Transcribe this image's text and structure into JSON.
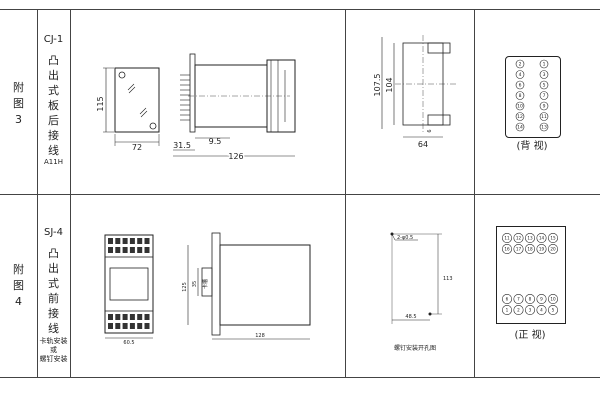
{
  "row1": {
    "attach_label": [
      "附",
      "图",
      "3"
    ],
    "model": "CJ-1",
    "mount_chars": [
      "凸",
      "出",
      "式",
      "板",
      "后",
      "接",
      "线"
    ],
    "socket_code": "A11H",
    "front_dims": {
      "width": "72",
      "height": "115"
    },
    "side_dims": {
      "depth": "126",
      "offset": "31.5",
      "gap": "9.5"
    },
    "cutout_dims": {
      "outer": "107.5",
      "inner": "104",
      "slot": "6",
      "width": "64"
    },
    "rear_view_label": "(背 视)"
  },
  "row2": {
    "attach_label": [
      "附",
      "图",
      "4"
    ],
    "model": "SJ-4",
    "mount_chars": [
      "凸",
      "出",
      "式",
      "前",
      "接",
      "线"
    ],
    "mount_note": [
      "卡轨安装",
      "或",
      "螺钉安装"
    ],
    "front_dims": {
      "width": "60.5"
    },
    "side_dims": {
      "height": "125",
      "inner": "35",
      "inner_label": "卡槽",
      "depth": "128"
    },
    "hole_dims": {
      "hole": "2-φ0.5",
      "height": "113",
      "width": "48.5"
    },
    "hole_caption": "螺钉安装开孔图",
    "front_view_label": "(正 视)"
  },
  "terminals_rear": [
    "2",
    "1",
    "4",
    "3",
    "6",
    "5",
    "8",
    "7",
    "10",
    "9",
    "12",
    "11",
    "14",
    "13"
  ],
  "terminals_front_top": [
    "11",
    "12",
    "13",
    "14",
    "15",
    "16",
    "17",
    "18",
    "19",
    "20"
  ],
  "terminals_front_bottom": [
    "6",
    "7",
    "8",
    "9",
    "10",
    "1",
    "2",
    "3",
    "4",
    "5"
  ]
}
